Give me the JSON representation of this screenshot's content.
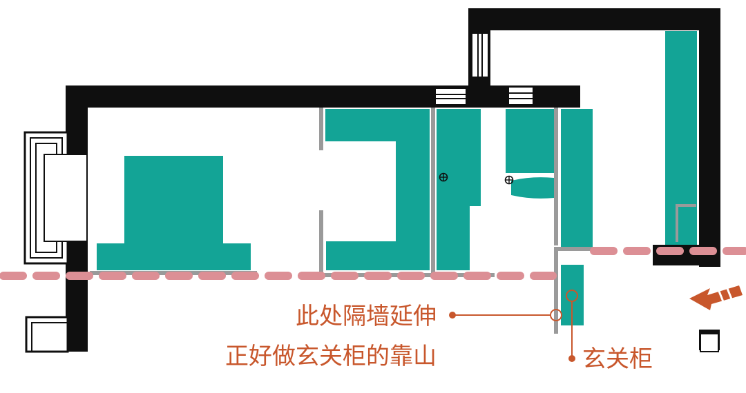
{
  "colors": {
    "wall": "#0f0f0f",
    "furniture": "#13a496",
    "accent": "#c8572c",
    "axis": "#dc8f95",
    "partition": "#9a9a9a"
  },
  "annotations": {
    "wall_note_line1": "此处隔墙延伸",
    "wall_note_line2": "正好做玄关柜的靠山",
    "cabinet_label": "玄关柜"
  },
  "icons": {
    "entry_arrow": "arrow-left-icon",
    "outlet": "crosshair-circle-icon"
  }
}
